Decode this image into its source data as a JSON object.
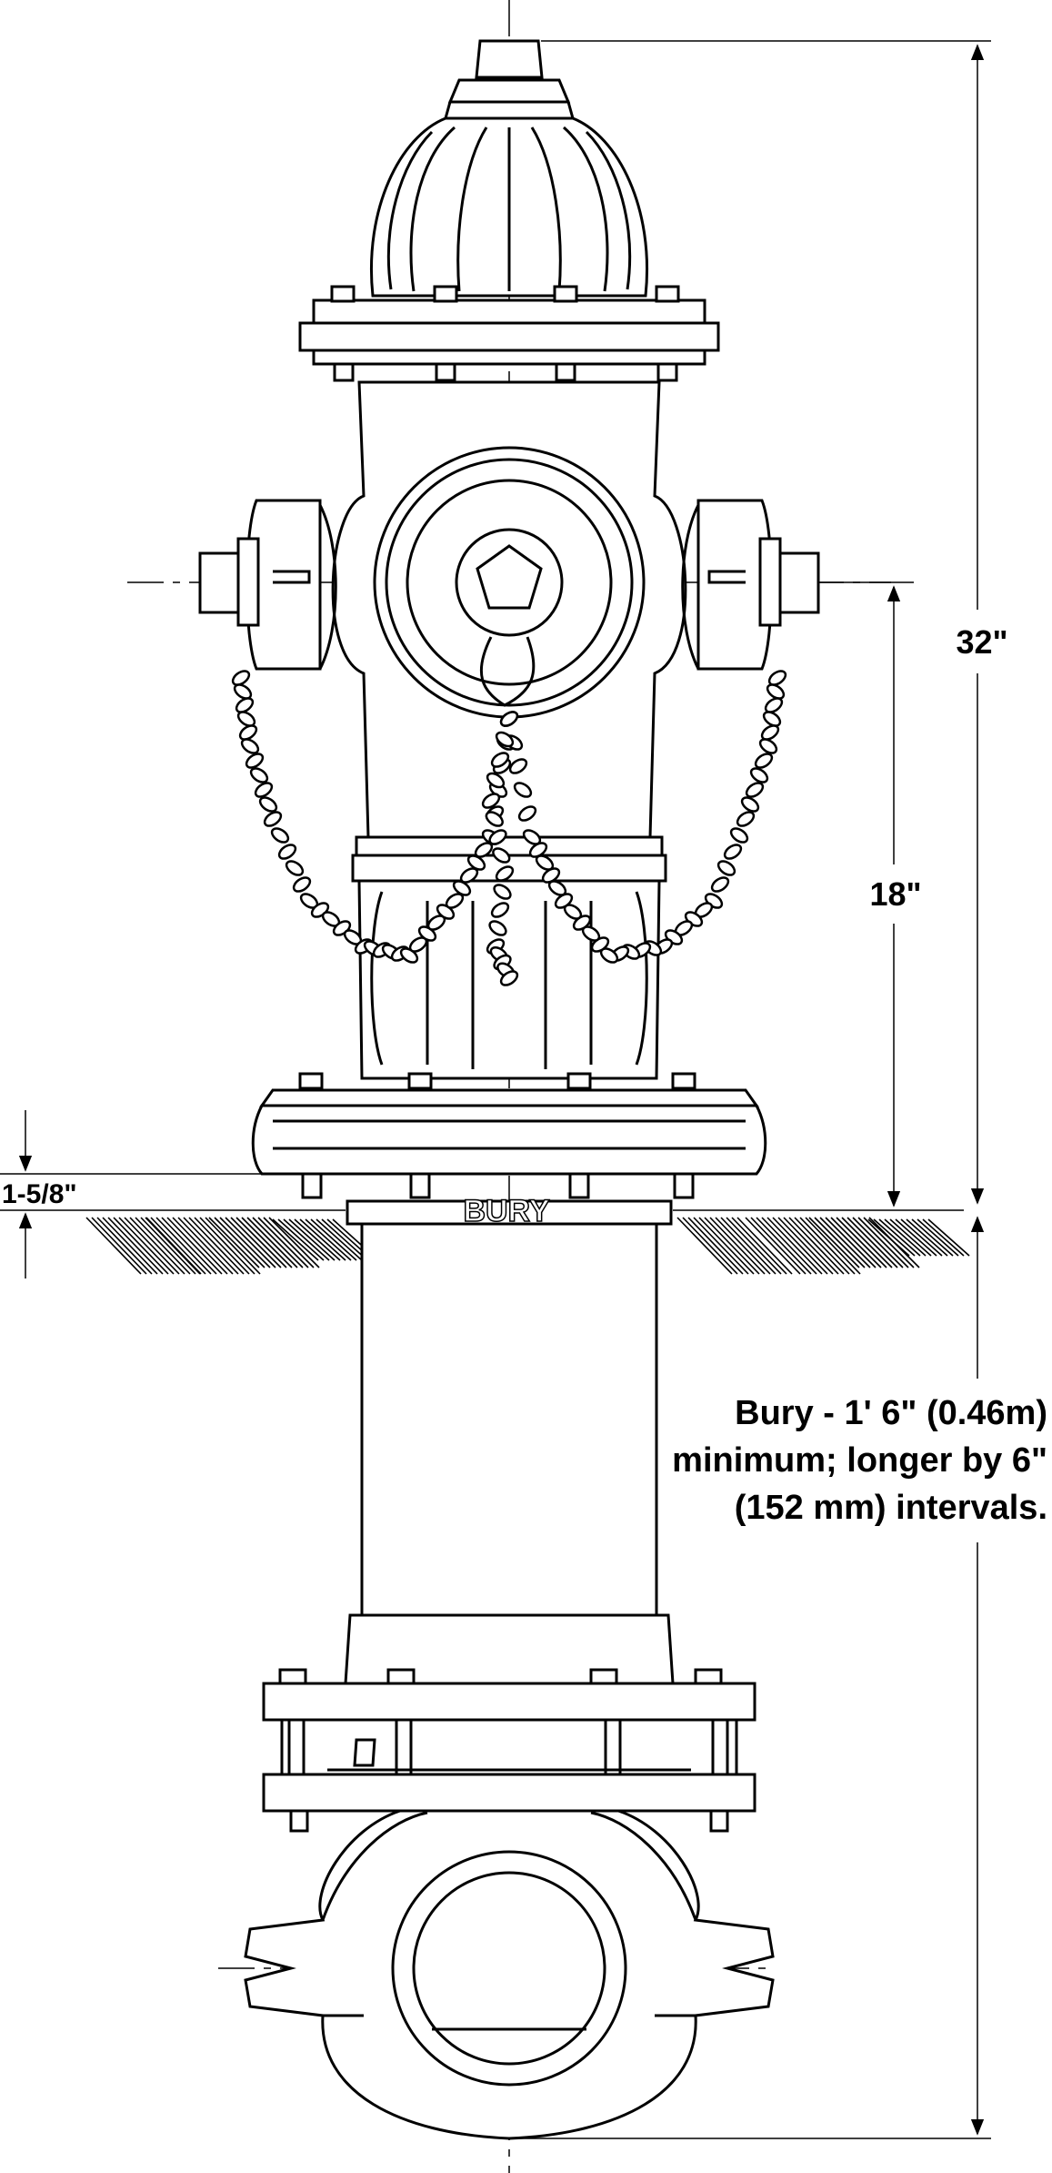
{
  "labels": {
    "overall_height": "32\"",
    "nozzle_height": "18\"",
    "ground_offset": "1-5/8\"",
    "bury_stamp": "BURY",
    "bury_note_line1": "Bury - 1' 6\" (0.46m)",
    "bury_note_line2": "minimum; longer by 6\"",
    "bury_note_line3": "(152 mm) intervals."
  }
}
